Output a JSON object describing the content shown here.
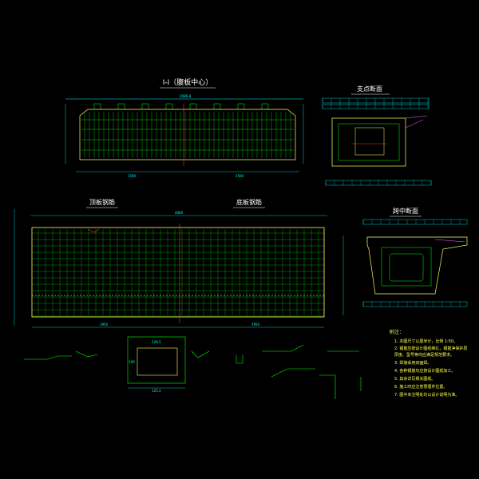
{
  "titles": {
    "section_1": "I-I（腹板中心）",
    "support_section": "支点断面",
    "top_rebar": "顶板钢筋",
    "bottom_rebar": "底板钢筋",
    "mid_section": "跨中断面"
  },
  "dimensions": {
    "top_span": "2086.8",
    "sec_left": "1500",
    "sec_right": "1500",
    "plan_total": "4000",
    "plan_left": "1950",
    "plan_right": "1950",
    "box_width": "126.5",
    "box_height": "100",
    "box_bottom": "125.4"
  },
  "notes": {
    "heading": "附注：",
    "lines": [
      "1. 本图尺寸以厘米计，比例 1:50。",
      "2. 钢筋应按设计图纸绑扎，钢筋净保护层",
      "   厚度、型号等均应满足规范要求。",
      "3. 焊接采用双面焊。",
      "4. 各种钢筋均应按设计图纸加工。",
      "5. 其余详见相关图纸。",
      "6. 施工时应注意预埋件位置。",
      "7. 图中未注明处均以设计说明为准。"
    ]
  },
  "colors": {
    "background": "#000000",
    "outline": "#ffff55",
    "rebar": "#00ff00",
    "dimension": "#00ffff",
    "highlight": "#ff3333",
    "accent": "#ff66ff"
  }
}
